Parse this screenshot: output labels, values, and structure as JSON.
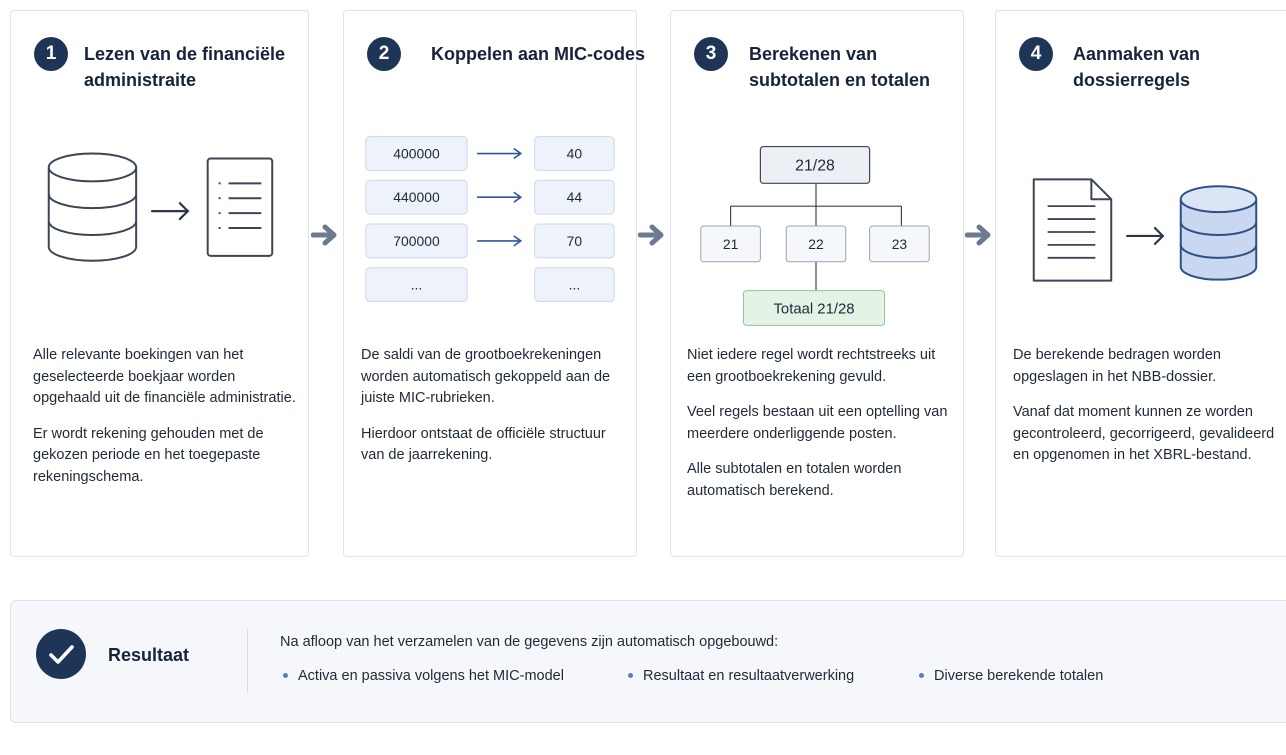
{
  "steps": [
    {
      "number": "1",
      "title": "Lezen van de financiële administraite",
      "paragraphs": [
        "Alle relevante boekingen van het geselecteerde boekjaar worden opgehaald uit de financiële administratie.",
        "Er wordt rekening gehouden met de gekozen periode en het toegepaste rekeningschema."
      ]
    },
    {
      "number": "2",
      "title": "Koppelen aan MIC-codes",
      "mapping": [
        {
          "account": "400000",
          "code": "40"
        },
        {
          "account": "440000",
          "code": "44"
        },
        {
          "account": "700000",
          "code": "70"
        },
        {
          "account": "...",
          "code": "..."
        }
      ],
      "paragraphs": [
        "De saldi van de grootboekrekeningen worden automatisch gekoppeld aan de juiste MIC-rubrieken.",
        "Hierdoor ontstaat de officiële structuur van de jaarrekening."
      ]
    },
    {
      "number": "3",
      "title": "Berekenen van subtotalen en totalen",
      "tree": {
        "root": "21/28",
        "children": [
          "21",
          "22",
          "23"
        ],
        "total": "Totaal 21/28"
      },
      "paragraphs": [
        "Niet iedere regel wordt rechtstreeks uit een grootboekrekening gevuld.",
        "Veel regels bestaan uit een optelling van meerdere onderliggende posten.",
        "Alle subtotalen en totalen worden automatisch berekend."
      ]
    },
    {
      "number": "4",
      "title": "Aanmaken van dossierregels",
      "paragraphs": [
        "De berekende bedragen worden opgeslagen in het NBB-dossier.",
        "Vanaf dat moment kunnen ze worden gecontroleerd, gecorrigeerd, gevalideerd en opgenomen in het XBRL-bestand."
      ]
    }
  ],
  "result": {
    "title": "Resultaat",
    "intro": "Na afloop van het verzamelen van de gegevens zijn automatisch opgebouwd:",
    "items": [
      "Activa en passiva volgens het MIC-model",
      "Resultaat en resultaatverwerking",
      "Diverse berekende totalen"
    ]
  },
  "colors": {
    "badge": "#1f3558",
    "arrow": "#6b7a90",
    "mapping_box": "#eef2fa",
    "total_box": "#e4f3e6",
    "database_blue": "#c9d7f0"
  }
}
